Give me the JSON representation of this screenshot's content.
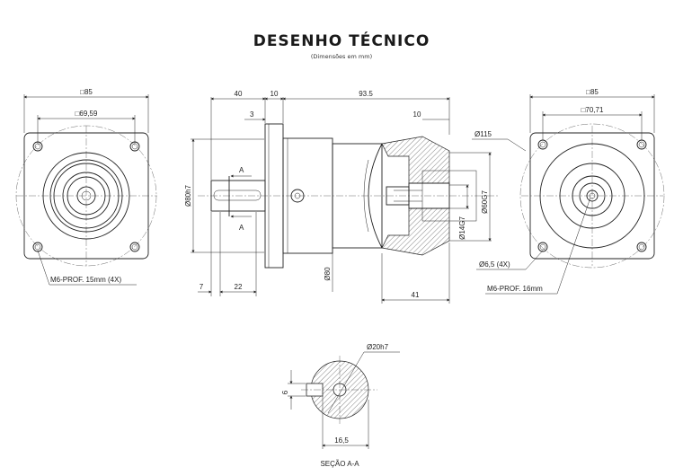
{
  "header": {
    "title": "DESENHO TÉCNICO",
    "subtitle": "(Dimensões em mm)"
  },
  "left_view": {
    "square": "□85",
    "bolt_square": "□69,59",
    "note": "M6-PROF. 15mm (4X)"
  },
  "side_view": {
    "dim_40": "40",
    "dim_10": "10",
    "dim_93_5": "93.5",
    "dim_3": "3",
    "dim_10b": "10",
    "pilot": "Ø80h7",
    "body": "Ø80",
    "shaft_bore": "Ø14G7",
    "recess": "Ø60G7",
    "dim_7": "7",
    "dim_22": "22",
    "dim_41": "41",
    "section_mark": "A",
    "section_mark_lower": "A"
  },
  "right_view": {
    "square": "□85",
    "bolt_square": "□70,71",
    "pcd": "Ø115",
    "holes": "Ø6,5 (4X)",
    "note": "M6-PROF. 16mm"
  },
  "section": {
    "diameter": "Ø20h7",
    "key": "6",
    "height": "16,5",
    "caption": "SEÇÃO A-A"
  }
}
